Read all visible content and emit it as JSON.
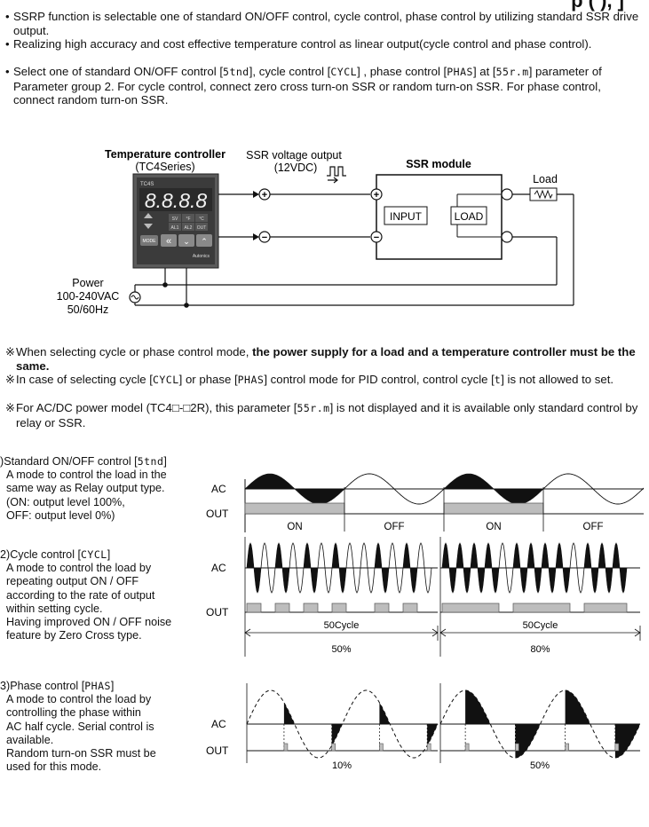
{
  "header_fragment": "p      (          ),     ]",
  "bullets": [
    {
      "text": "SSRP function is selectable one of standard ON/OFF control, cycle control, phase control by utilizing standard SSR drive output."
    },
    {
      "text": "Realizing high accuracy and cost effective temperature control as linear output(cycle control and phase control)."
    },
    {
      "p1": "Select one of standard ON/OFF control [",
      "c1": "5tnd",
      "p2": "], cycle control [",
      "c2": "CYCL",
      "p3": "] , phase control [",
      "c3": "PHAS",
      "p4": "] at [",
      "c4": "55r.m",
      "p5": "] parameter of Parameter group 2.  For cycle control, connect zero cross turn-on SSR or random turn-on SSR. For phase control, connect random turn-on SSR."
    }
  ],
  "diagram": {
    "controller_title": "Temperature controller",
    "controller_sub": "(TC4Series)",
    "controller_model": "TC4S",
    "controller_display": "8.8.8.8",
    "controller_leds": [
      "SV",
      "°F",
      "°C",
      "AL1",
      "AL2",
      "OUT"
    ],
    "mode_key": "MODE",
    "brand": "Autonics",
    "ssr_output_label": "SSR voltage output",
    "ssr_output_voltage": "(12VDC)",
    "ssr_module_title": "SSR module",
    "input_label": "INPUT",
    "load_box_label": "LOAD",
    "load_label": "Load",
    "power_label": "Power",
    "power_voltage": "100-240VAC",
    "power_freq": "50/60Hz"
  },
  "notes": [
    {
      "mark": "※",
      "p1": "When selecting cycle or phase control mode, ",
      "bold": "the power supply for a load and a temperature controller must be the same."
    },
    {
      "mark": "※",
      "p1": "In case of selecting cycle [",
      "c1": "CYCL",
      "p2": "] or phase [",
      "c2": "PHAS",
      "p3": "] control mode for PID control, control cycle [",
      "c3": "t",
      "p4": "] is not allowed to set."
    },
    {
      "mark": "※",
      "p1": "For AC/DC power model (TC4",
      "box1": "□",
      "p2": "-",
      "box2": "□",
      "p3": "2R), this parameter [",
      "c1": "55r.m",
      "p4": "] is not displayed and it is available only standard control by relay or SSR."
    }
  ],
  "sections": [
    {
      "title_pre": ")Standard ON/OFF control [",
      "code": "5tnd",
      "title_post": "]",
      "body": [
        "A mode to control the load in the",
        "same way as Relay output type.",
        "(ON: output level 100%,",
        "OFF: output level 0%)"
      ]
    },
    {
      "title_pre": "2)Cycle control [",
      "code": "CYCL",
      "title_post": "]",
      "body": [
        "A mode to control the load by",
        "repeating output ON / OFF",
        "according to the rate of output",
        "within setting cycle.",
        "Having improved ON / OFF noise",
        "feature by Zero Cross type."
      ]
    },
    {
      "title_pre": "3)Phase control [",
      "code": "PHAS",
      "title_post": "]",
      "body": [
        "A mode to control the load by",
        "controlling the phase within",
        "AC half cycle. Serial control is",
        "available.",
        "Random turn-on SSR must be",
        "used for this mode."
      ]
    }
  ],
  "waveforms": {
    "ac_label": "AC",
    "out_label": "OUT",
    "onoff_labels": [
      "ON",
      "OFF",
      "ON",
      "OFF"
    ],
    "cycle_labels": [
      "50Cycle",
      "50Cycle"
    ],
    "cycle_percents": [
      "50%",
      "80%"
    ],
    "phase_percents": [
      "10%",
      "50%"
    ]
  }
}
